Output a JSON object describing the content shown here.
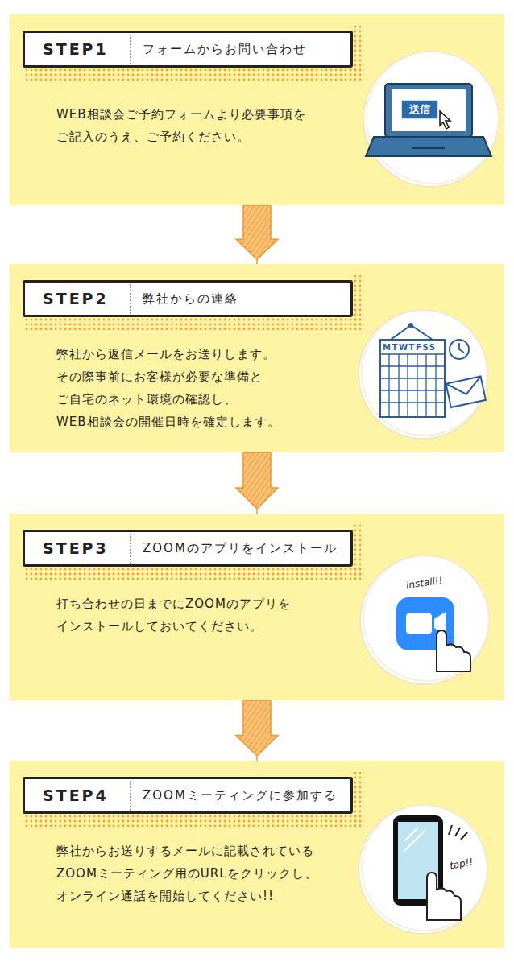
{
  "diagram": {
    "nodes": [
      {
        "text": [
          "WEB相談会ご予約フォームより必要事項を ご記入のうえ、ご予約ください。"
        ]
      },
      {
        "text": [
          "STEP1",
          "フォームからお問い合わせ"
        ],
        "in": 0
      },
      {
        "text": [
          "弊社から返信メールをお送りします。 その際事前にお客様が必要な準備と ご自宅のネット環境の確認し、 WEB相談会の開催日時を確定します。"
        ]
      },
      {
        "text": [
          "STEP2",
          "弊社からの連絡"
        ],
        "in": 2
      },
      {
        "text": [
          "打ち合わせの日までにZOOMのアプリを インストールしておいてください。"
        ]
      },
      {
        "text": [
          "STEP3",
          "ZOOMのアプリをインストール"
        ],
        "in": 4
      },
      {
        "text": [
          "弊社からお送りするメールに記載されている ZOOMミーティング用のURLをクリックし、 オンライン通話を開始してください!!"
        ]
      },
      {
        "text": [
          "STEP4",
          "ZOOMミーティングに参加する"
        ],
        "in": 6
      }
    ],
    "edges": [
      {
        "from": 0,
        "to": 2,
        "arrow": "to"
      },
      {
        "from": 2,
        "to": 4,
        "arrow": "to"
      },
      {
        "from": 4,
        "to": 6,
        "arrow": "to"
      }
    ],
    "labels": [
      "送信",
      "MTWTFSS",
      "install!!",
      "tap!!"
    ]
  }
}
